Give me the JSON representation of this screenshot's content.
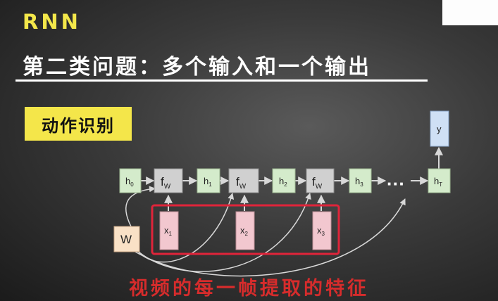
{
  "header": {
    "title": "RNN",
    "subtitle": "第二类问题：多个输入和一个输出"
  },
  "tag": {
    "label": "动作识别"
  },
  "caption": "视频的每一帧提取的特征",
  "diagram": {
    "hidden_states": [
      {
        "main": "h",
        "sub": "0"
      },
      {
        "main": "h",
        "sub": "1"
      },
      {
        "main": "h",
        "sub": "2"
      },
      {
        "main": "h",
        "sub": "3"
      },
      {
        "main": "h",
        "sub": "T"
      }
    ],
    "functions": [
      {
        "main": "f",
        "sub": "W"
      },
      {
        "main": "f",
        "sub": "W"
      },
      {
        "main": "f",
        "sub": "W"
      }
    ],
    "inputs": [
      {
        "main": "x",
        "sub": "1"
      },
      {
        "main": "x",
        "sub": "2"
      },
      {
        "main": "x",
        "sub": "3"
      }
    ],
    "weight_label": "W",
    "output_label": "y",
    "ellipsis": "···",
    "colors": {
      "hidden_fill": "#d4ebcb",
      "function_fill": "#d0d0d0",
      "input_fill": "#f2c7cf",
      "weight_fill": "#f9e1c6",
      "output_fill": "#cfe0f5",
      "highlight_stroke": "#e0243a",
      "title_yellow": "#f3e74a",
      "caption_red": "#d62c2c"
    }
  }
}
